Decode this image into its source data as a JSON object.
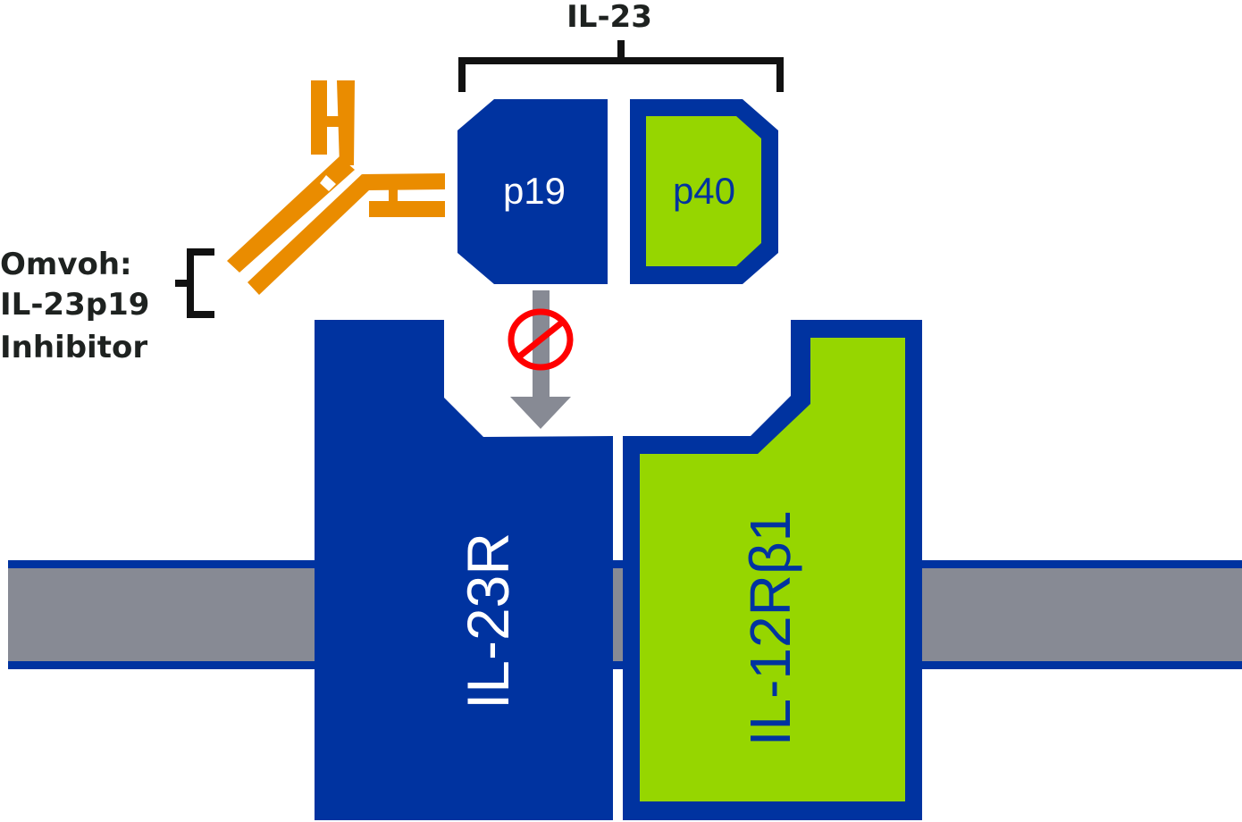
{
  "title": "IL-23",
  "subunits": {
    "p19": "p19",
    "p40": "p40"
  },
  "inhibitor": {
    "line1": "Omvoh:",
    "line2": "IL-23p19",
    "line3": "Inhibitor"
  },
  "receptors": {
    "il23r": "IL-23R",
    "il12rb1": "IL-12Rβ1"
  },
  "symbols": {
    "blocked": "prohibition-sign",
    "signal": "down-arrow",
    "antibody": "antibody"
  },
  "colors": {
    "navy": "#0033a0",
    "lime": "#96d600",
    "orange": "#ea8c00",
    "gray": "#878a94",
    "red": "#ff0000",
    "black": "#111111"
  }
}
